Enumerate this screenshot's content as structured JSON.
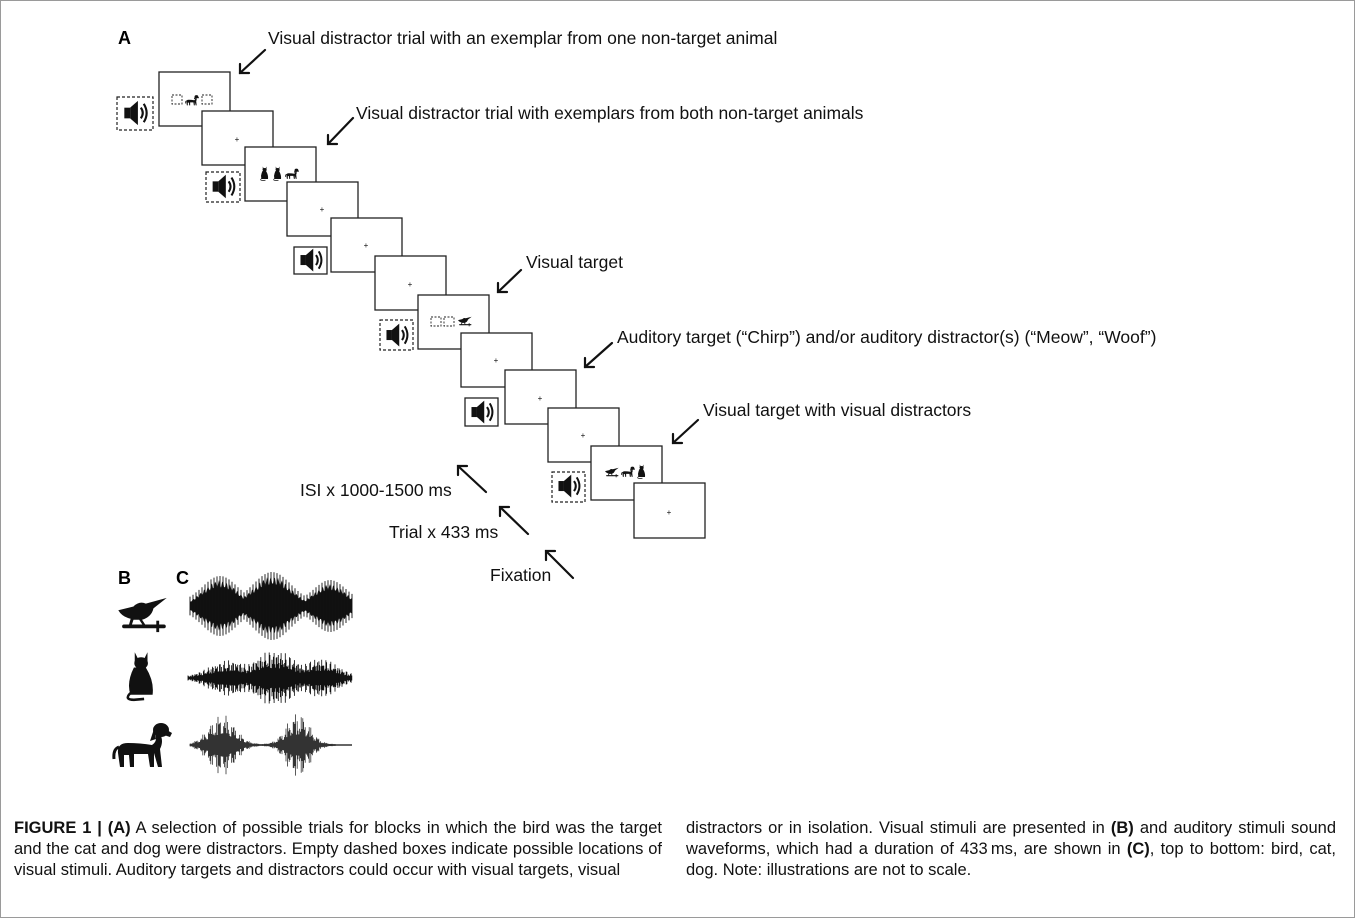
{
  "figure": {
    "panels": {
      "a": "A",
      "b": "B",
      "c": "C"
    },
    "annotations": {
      "one_nontarget": "Visual distractor trial with an exemplar from one non-target animal",
      "both_nontargets": "Visual distractor trial with exemplars from both non-target animals",
      "visual_target": "Visual target",
      "auditory_target": "Auditory target (“Chirp”) and/or auditory distractor(s) (“Meow”, “Woof”)",
      "visual_target_with_distractors": "Visual target with visual distractors",
      "isi": "ISI x 1000-1500 ms",
      "trial": "Trial x 433 ms",
      "fixation": "Fixation"
    },
    "animals": [
      "bird-silhouette",
      "cat-silhouette",
      "dog-silhouette"
    ],
    "icons": [
      "speaker-icon",
      "fixation-cross-icon"
    ]
  },
  "caption": {
    "figure_label": "FIGURE 1 |",
    "panel_a_ref": "(A)",
    "left_text_1": " A selection of possible trials for blocks in which the bird was the target and the cat and dog were distractors. Empty dashed boxes indicate possible locations of visual stimuli. Auditory targets and distractors could occur with visual targets, visual",
    "right_text_1": "distractors or in isolation. Visual stimuli are presented in ",
    "panel_b_ref": "(B)",
    "right_text_2": " and auditory stimuli sound waveforms, which had a duration of 433 ms, are shown in ",
    "panel_c_ref": "(C)",
    "right_text_3": ", top to bottom: bird, cat, dog. Note: illustrations are not to scale."
  }
}
